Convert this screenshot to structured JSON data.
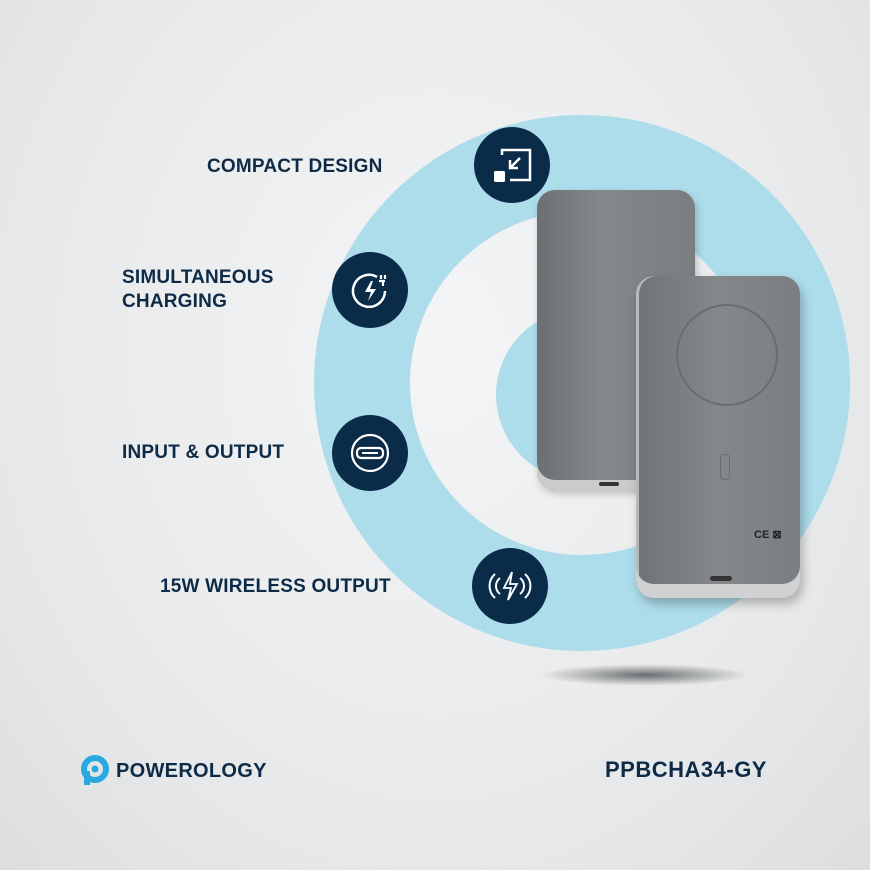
{
  "features": [
    {
      "label": "COMPACT DESIGN",
      "icon": "compact-icon"
    },
    {
      "label_line1": "SIMULTANEOUS",
      "label_line2": "CHARGING",
      "icon": "plug-charge-icon"
    },
    {
      "label": "INPUT & OUTPUT",
      "icon": "usb-port-icon"
    },
    {
      "label": "15W WIRELESS OUTPUT",
      "icon": "wireless-charge-icon"
    }
  ],
  "brand": {
    "name": "POWEROLOGY",
    "accent": "#29a9e0"
  },
  "model": "PPBCHA34-GY",
  "colors": {
    "navy": "#0b2c49",
    "arc": "#a9dcea"
  }
}
